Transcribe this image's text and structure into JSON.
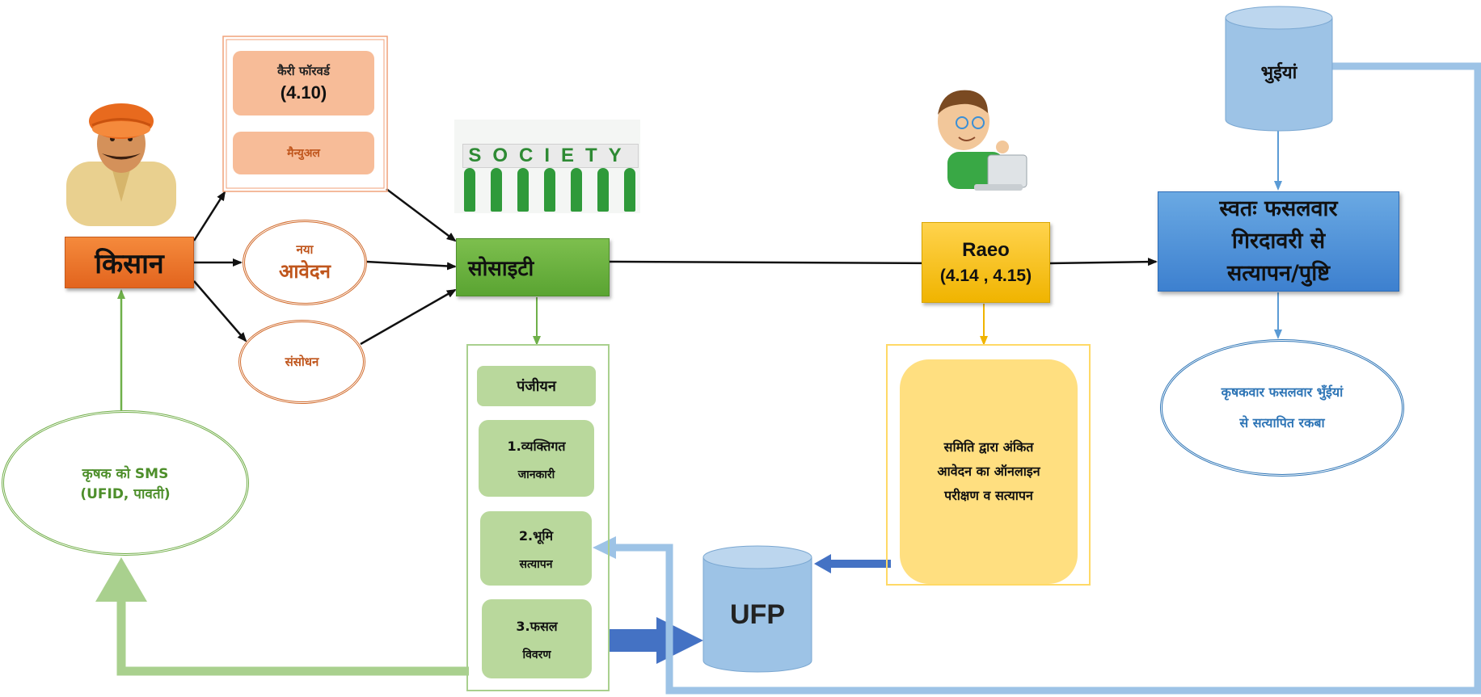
{
  "nodes": {
    "kisan": "किसान",
    "carry_forward": {
      "label": "कैरी फॉरवर्ड",
      "code": "(4.10)"
    },
    "manual": "मैन्युअल",
    "naya_avedan": {
      "line1": "नया",
      "line2": "आवेदन"
    },
    "sanshodhan": "संसोधन",
    "society_logo": "SOCIETY",
    "society": "सोसाइटी",
    "raeo": {
      "name": "Raeo",
      "code": "(4.14 , 4.15)"
    },
    "bhuiyan": "भुईयां",
    "verification": {
      "line1": "स्वतः फसलवार",
      "line2": "गिरदावरी से",
      "line3": "सत्यापन/पुष्टि"
    },
    "farmer_area": {
      "line1": "कृषकवार फसलवार भुँईयां",
      "line2": "से सत्यापित रकबा"
    },
    "sms": {
      "line1": "कृषक को SMS",
      "line2": "(UFID, पावती)"
    },
    "panjiyan": "पंजीयन",
    "step1": {
      "line1": "1.व्यक्तिगत",
      "line2": "जानकारी"
    },
    "step2": {
      "line1": "2.भूमि",
      "line2": "सत्यापन"
    },
    "step3": {
      "line1": "3.फसल",
      "line2": "विवरण"
    },
    "ufp": "UFP",
    "samiti": {
      "line1": "समिति द्वारा अंकित",
      "line2": "आवेदन का ऑनलाइन",
      "line3": "परीक्षण व सत्यापन"
    }
  },
  "colors": {
    "orange": "#e8712a",
    "green": "#5aa432",
    "yellow": "#ffc000",
    "blue": "#4a8fd6",
    "light_blue": "#9dc3e6",
    "dark_blue": "#4472c4"
  }
}
